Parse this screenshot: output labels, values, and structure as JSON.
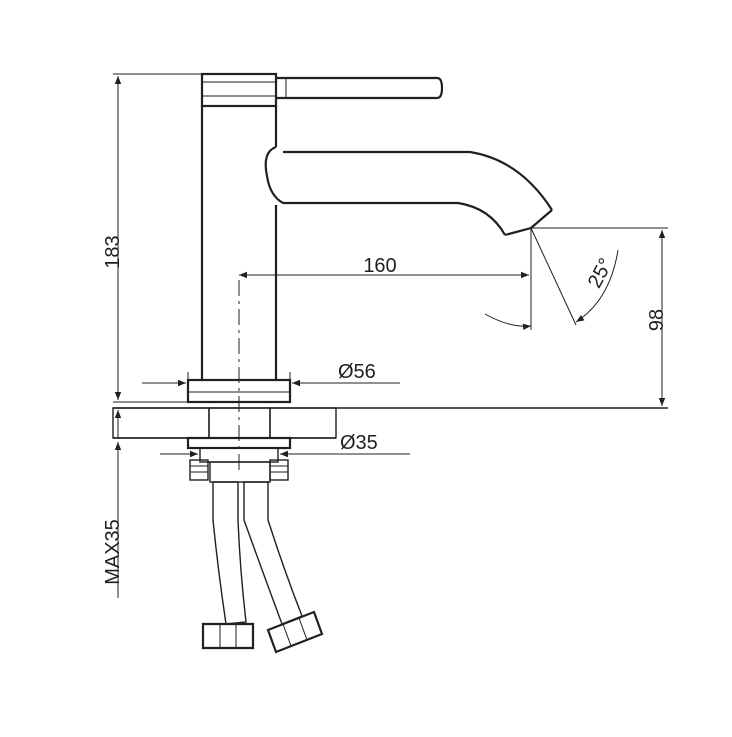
{
  "diagram": {
    "dimensions": {
      "total_height": "183",
      "spout_reach": "160",
      "spout_height": "98",
      "spout_angle": "25°",
      "base_diameter": "Ø56",
      "mount_diameter": "Ø35",
      "max_counter_thickness": "MAX35"
    },
    "line_color": "#231f20",
    "background_color": "#ffffff"
  }
}
